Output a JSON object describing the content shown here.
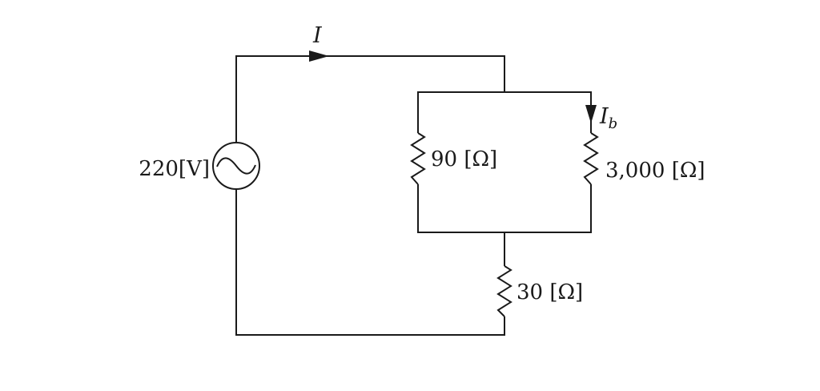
{
  "circuit": {
    "source": {
      "label": "220[V]"
    },
    "currents": {
      "main": "I",
      "branch_symbol": "I",
      "branch_subscript": "b"
    },
    "resistors": {
      "r1": {
        "label": "90 [Ω]"
      },
      "r2": {
        "label": "3,000 [Ω]"
      },
      "r3": {
        "label": "30 [Ω]"
      }
    }
  }
}
